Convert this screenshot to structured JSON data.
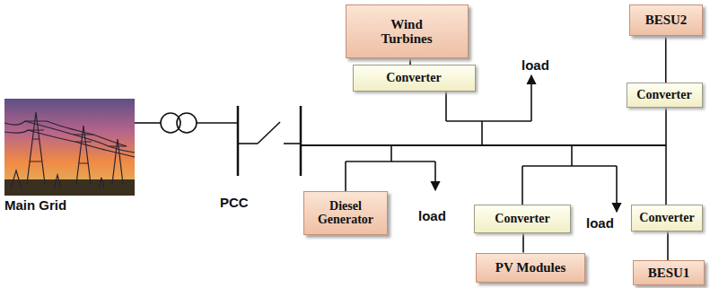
{
  "diagram": {
    "nodes": [
      {
        "text": [
          "Wind Turbines"
        ]
      },
      {
        "text": [
          "BESU2"
        ]
      },
      {
        "text": [
          "Converter"
        ]
      },
      {
        "text": [
          "Converter"
        ]
      },
      {
        "text": [
          "Diesel Generator"
        ]
      },
      {
        "text": [
          "Converter"
        ]
      },
      {
        "text": [
          "Converter"
        ]
      },
      {
        "text": [
          "PV Modules"
        ]
      },
      {
        "text": [
          "BESU1"
        ]
      }
    ],
    "edges": [
      {
        "from": 0,
        "to": 2,
        "arrow": "none"
      },
      {
        "from": 1,
        "to": 3,
        "arrow": "none"
      },
      {
        "from": 5,
        "to": 7,
        "arrow": "none"
      },
      {
        "from": 6,
        "to": 8,
        "arrow": "none"
      }
    ],
    "labels": [
      "load",
      "PCC",
      "Main Grid",
      "load",
      "load"
    ]
  }
}
